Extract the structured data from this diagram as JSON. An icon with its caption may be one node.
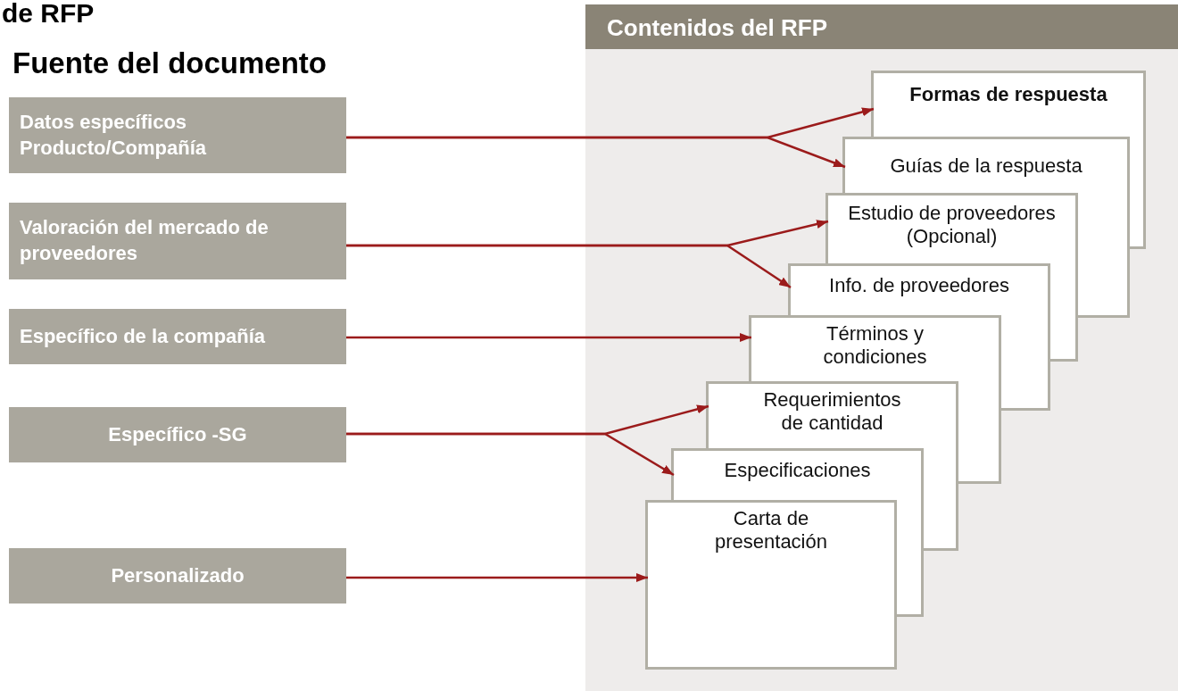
{
  "diagram": {
    "title": "de RFP",
    "nodes": [
      {
        "text": [
          "Contenidos del RFP"
        ]
      },
      {
        "text": [
          "Datos específicos Producto/Compañía"
        ]
      },
      {
        "text": [
          "Valoración del mercado de proveedores"
        ]
      },
      {
        "text": [
          "Específico de la compañía"
        ]
      },
      {
        "text": [
          "Específico -SG"
        ]
      },
      {
        "text": [
          "Personalizado"
        ]
      },
      {
        "text": [
          "Formas de respuesta"
        ],
        "in": 0
      },
      {
        "text": [
          "Guías de la respuesta"
        ],
        "in": 0
      },
      {
        "text": [
          "Estudio de proveedores (Opcional)"
        ],
        "in": 0
      },
      {
        "text": [
          "Info. de proveedores"
        ],
        "in": 0
      },
      {
        "text": [
          "Términos y condiciones"
        ],
        "in": 0
      },
      {
        "text": [
          "Requerimientos de cantidad"
        ],
        "in": 0
      },
      {
        "text": [
          "Especificaciones"
        ],
        "in": 0
      },
      {
        "text": [
          "Carta de presentación"
        ],
        "in": 0
      }
    ],
    "edges": [
      {
        "from": 1,
        "to": 6,
        "arrow": "to"
      },
      {
        "from": 1,
        "to": 7,
        "arrow": "to"
      },
      {
        "from": 2,
        "to": 8,
        "arrow": "to"
      },
      {
        "from": 2,
        "to": 9,
        "arrow": "to"
      },
      {
        "from": 3,
        "to": 10,
        "arrow": "to"
      },
      {
        "from": 4,
        "to": 11,
        "arrow": "to"
      },
      {
        "from": 4,
        "to": 12,
        "arrow": "to"
      },
      {
        "from": 5,
        "to": 13,
        "arrow": "to"
      }
    ],
    "labels": [
      "Fuente del documento"
    ]
  }
}
